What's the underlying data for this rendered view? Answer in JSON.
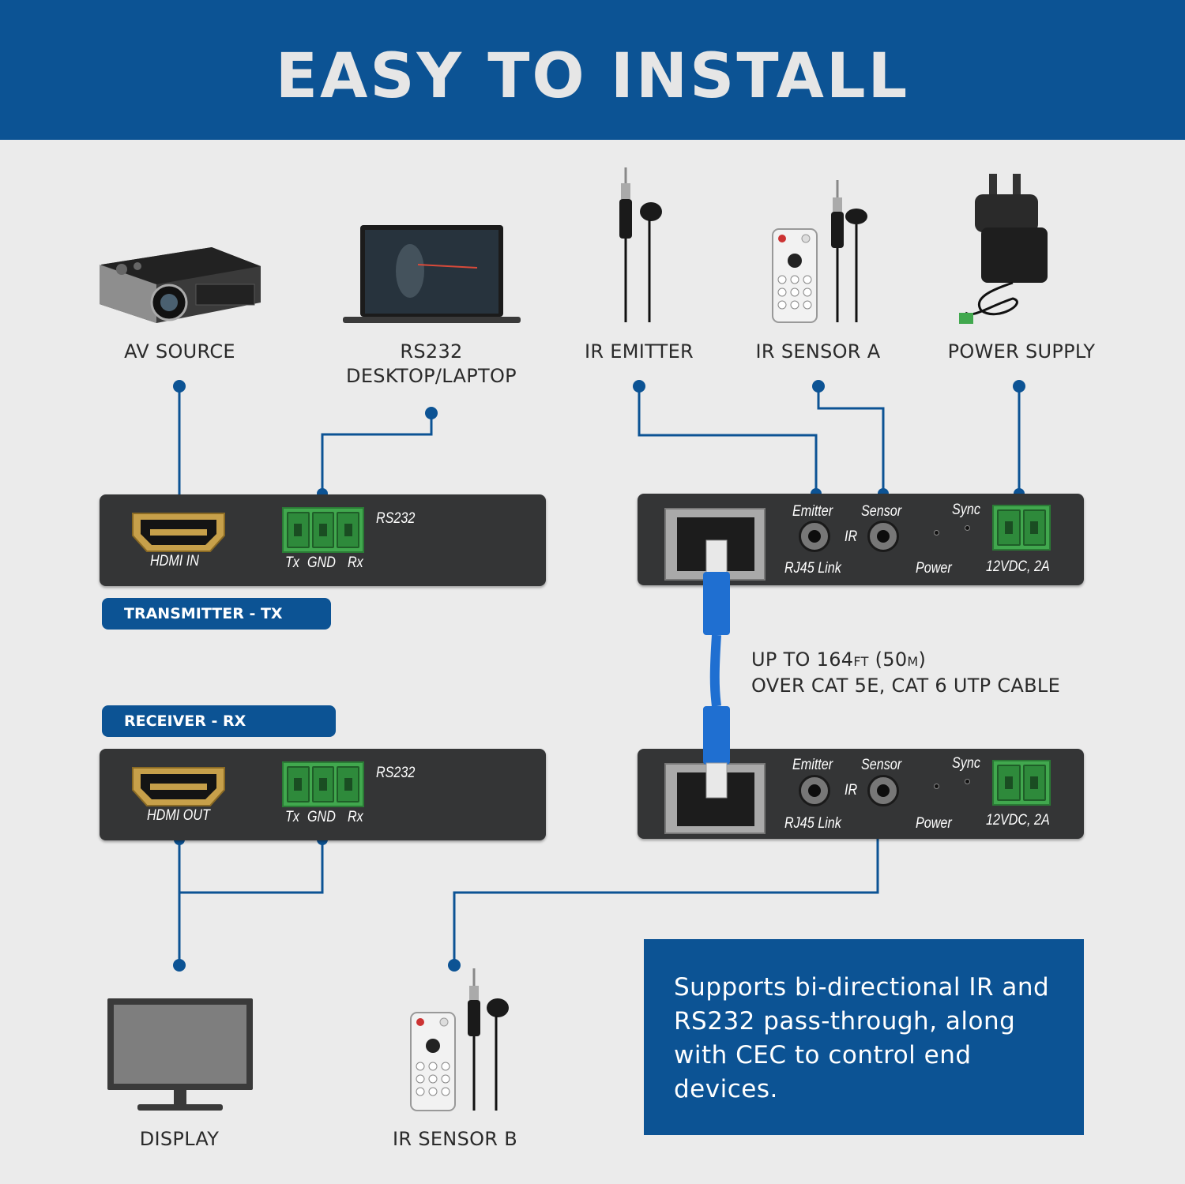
{
  "header": {
    "title": "EASY TO INSTALL"
  },
  "devices": {
    "av_source": "AV SOURCE",
    "rs232_line1": "RS232",
    "rs232_line2": "DESKTOP/LAPTOP",
    "ir_emitter": "IR EMITTER",
    "ir_sensor_a": "IR SENSOR A",
    "power_supply": "POWER SUPPLY",
    "display": "DISPLAY",
    "ir_sensor_b": "IR SENSOR B"
  },
  "units": {
    "transmitter": "TRANSMITTER - TX",
    "receiver": "RECEIVER - RX"
  },
  "panels": {
    "hdmi_in": "HDMI IN",
    "hdmi_out": "HDMI OUT",
    "rs232": "RS232",
    "tx": "Tx",
    "gnd": "GND",
    "rx": "Rx",
    "emitter": "Emitter",
    "sensor": "Sensor",
    "ir": "IR",
    "sync": "Sync",
    "power": "Power",
    "rj45_link": "RJ45 Link",
    "dc_power": "12VDC, 2A"
  },
  "cable": {
    "line1_prefix": "UP TO 164",
    "line1_ft": "FT",
    "line1_mid": " (50",
    "line1_m": "M",
    "line1_suffix": ")",
    "line2": "OVER CAT 5E, CAT 6 UTP CABLE"
  },
  "note": "Supports bi-directional IR and RS232 pass-through, along with CEC to control end devices.",
  "colors": {
    "brand_blue": "#0c5394",
    "background": "#ebebeb",
    "terminal_green": "#41a84e",
    "cable_blue": "#1f6fd1"
  }
}
